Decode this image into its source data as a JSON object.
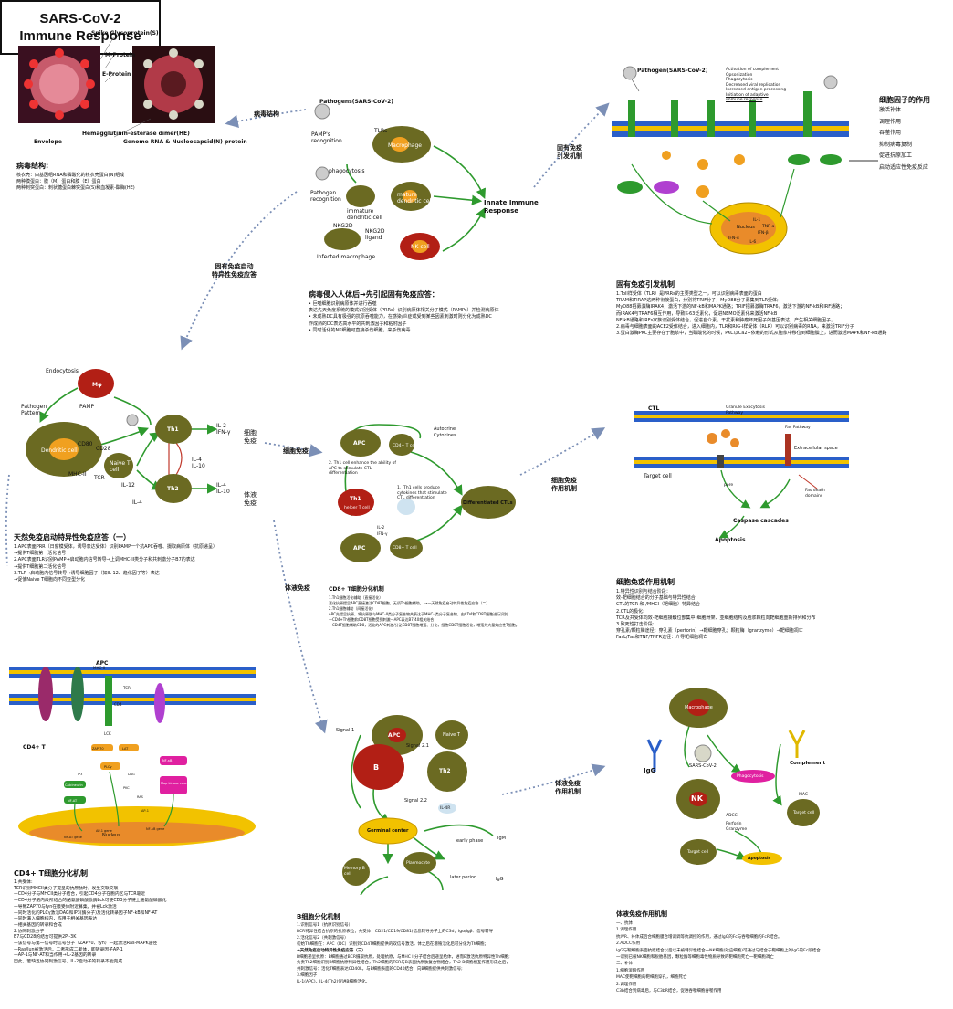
{
  "title": {
    "line1": "SARS-CoV-2",
    "line2": "Immune Response"
  },
  "connectors": {
    "virus_structure": "病毒结构",
    "innate_activation": "固有免疫\n引发机制",
    "innate_to_specific": "固有免疫启动\n特异性免疫应答",
    "cellular": "细胞免疫",
    "cellular_mech": "细胞免疫\n作用机制",
    "humoral": "体液免疫",
    "humoral_mech": "体液免疫\n作用机制"
  },
  "virus_labels": {
    "spike": "Spike Glycoprotein(S)",
    "mprotein": "M-Protein",
    "eprotein": "E-Protein",
    "envelope": "Envelope",
    "he": "Hemagglutinin-esterase dimer(HE)",
    "genome": "Genome RNA & Nucleocapsid(N) protein"
  },
  "virus_text": {
    "title": "病毒结构:",
    "lines": [
      "核衣壳：由基因组RNA和磷酸化的核衣壳蛋白(N)组成",
      "两种膜蛋白：膜（M）蛋白和膜（E）蛋白",
      "两种刺突蛋白：刺状糖蛋白棘突蛋白(S)和血凝素-酯酶(HE)"
    ]
  },
  "pathogen_diagram": {
    "pathogen": "Pathogens(SARS-CoV-2)",
    "pamp": "PAMP's\nrecognition",
    "tlrs": "TLRs",
    "macrophage": "Macrophage",
    "phagocytosis": "phagocytosis",
    "pathogen_recognition": "Pathogen\nrecognition",
    "immature_dc": "immature\ndendritic cell",
    "mature_dc": "mature\ndendritic cell",
    "nkg2d": "NKG2D",
    "nkg2d_ligand": "NKG2D\nligand",
    "nk_cell": "NK cell",
    "infected_macrophage": "Infected macrophage",
    "innate_immune": "Innate Immune\nResponse"
  },
  "pathogen_text": {
    "title": "病毒侵入人体后→先引起固有免疫应答：",
    "lines": [
      "• 巨噬细胞识别病原体并进行吞噬",
      "  表达先天免疫系统的模式识别受体（PRRs）识别病原体相关分子模式（PAMPs）并检测病原体",
      "• 未成熟DC具有极强的抗原吞噬能力，在感染/炎症或受到某些因素刺激时则分化为成熟DC",
      "  作成熟的DC表达高水平的共刺激因子和粘附因子",
      "• 同时活化的NK细胞可直接杀伤细胞，来杀伤病毒"
    ]
  },
  "tlr_diagram": {
    "pathogen": "Pathogen(SARS-CoV-2)",
    "activation_list": [
      "Activation of complement",
      "Opsonization",
      "Phagocytosis",
      "Decreased viral replication",
      "Increased antigen processing",
      "Initiation of adaptive",
      "immune response"
    ],
    "nucleus": "Nucleus",
    "genes": [
      "IL-1",
      "TNF-α",
      "IFN-β",
      "IFN-α",
      "IL-6"
    ]
  },
  "cytokine_list": {
    "title": "细胞因子的作用",
    "items": [
      "激活补体",
      "调理作用",
      "吞噬作用",
      "抑制病毒复制",
      "促进抗原加工",
      "启动适应性免疫反应"
    ]
  },
  "innate_text": {
    "title": "固有免疫引发机制",
    "lines": [
      "1.Toll样受体（TLR）是PRRs的主要类型之一，可以识别病毒表面的蛋白",
      "  TRAM和TIRAP这两种衔接蛋白，分别将TRIF分子，MyD88分子募集到TLR受体;",
      "  MyD88招募激酶IRAK4，激活下游的NF-kB和MAPK通路；TRIF招募激酶TRAF6，激活下游的NF-kB和IRF通路；",
      "  而IRAK4与TRAF6相互作用，导致K-63泛素化，促进NEMO泛素化来激活NF-kB",
      "  NF-kB通路和IRFs家族识别受体结合，促进自介素，干扰素和肿瘤坏死因子的基因表达，产生相关细胞因子。",
      "2.病毒与细胞表面的ACE2受体结合，进入细胞内，TLR和RIG-I样受体（RLR）可以识别病毒的RNA，来激活TRIF分子",
      "3.蛋白激酶PKC主要存在于胞浆中，当磷酸化的时候，PKC以Ca2+依赖的形式从胞浆中移位到细胞膜上，进而激活MAPK和NF-kB通路"
    ]
  },
  "dc_diagram": {
    "endocytosis": "Endocytosis",
    "mp": "Mφ",
    "pathogen_pattern": "Pathogen\nPattern",
    "pamp": "PAMP",
    "dendritic": "Dendritic cell",
    "cd80": "CD80",
    "cd28": "CD28",
    "mhc": "MHC-II",
    "tcr": "TCR",
    "naive": "Naive T\ncell",
    "il12": "IL-12",
    "th1": "Th1",
    "th2": "Th2",
    "il2": "IL-2\nIFN-γ",
    "il4a": "IL-4\nIL-10",
    "il4b": "IL-4\nIL-10",
    "il4c": "IL-4",
    "cellular_out": "细胞\n免疫",
    "humoral_out": "体液\n免疫"
  },
  "dc_text": {
    "title": "天然免疫启动特异性免疫应答（一）",
    "lines": [
      "1.APC表面PRR（日窗模受体，诱导表达受体）识别PAMP一个抗APC吞噬、摄取病原体（抗原递呈）",
      "   →提供T细胞第一活化信号",
      "2.APC表面TLR识别PAMP→启动胞内信号转导→上调MHC-II类分子和共刺激分子B7的表达",
      "   →提供T细胞第二活化信号",
      "3.TLR→启动胞内信号转导→诱导细胞因子（如IL-12、趋化因子等）表达",
      "   →促使Naive T细胞向不同亚型分化"
    ]
  },
  "th_diagram": {
    "apc": "APC",
    "cd4": "CD4+ T cell",
    "autocrine": "Autocrine\nCytokines",
    "step2": "2. Th1 cell enhance the ability of\nAPC to stimulate CTL\ndifferentiation",
    "th1": "Th1",
    "helper": "helper T cell",
    "step1": "1.  Th1 cells produce\ncytokines that stimulate\nCTL differentiation",
    "cd8": "CD8+ T cell",
    "diff_ctl": "Differentiated CTLs",
    "il2": "IL-2",
    "ifn": "IFN-γ"
  },
  "th_text": {
    "title": "CD8+ T细胞分化机制",
    "lines": [
      "1.Th1细胞活化辅助（直接活化）",
      "  活化抗原提呈APC直接激活CD8T细胞，无须Th细胞辅助。 →一天然免疫启动特异性免疫应答（二）",
      "2.Th1细胞辅助（间接活化）",
      "  APC先提呈抗原，将抗原肽与MHC-II类分子复合物共表达于MHC-I类分子复合物，由CD4和CD8T细胞进行识别",
      "  —CD4+Th细胞和CD8T细胞受到刺激—APC表达B7/40相关结合",
      "  —CD4T细胞辅助CD8，活化的APC刺激/分泌CD8T细胞增殖、分化，细胞CD8T细胞活化，增殖为大量效应性T细胞。"
    ]
  },
  "ctl_diagram": {
    "ctl": "CTL",
    "granule": "Granule Exocytosis\nPathway",
    "fas_path": "Fas Pathway",
    "extracellular": "Extracellular space",
    "target": "Target cell",
    "pore": "pore",
    "fas_dd": "Fas death\ndomains",
    "caspase": "Caspase cascades",
    "apoptosis": "Apoptosis"
  },
  "ctl_text": {
    "title": "细胞免疫作用机制",
    "lines": [
      "1.特异性识别与结合阶段：",
      "  效-靶细胞结合的分子基础与特异性结合",
      "  CTL的TCR 和 /MHCI（靶细胞）特异结合",
      "2.CTL的极化:",
      "  TCR及共受体向效-靶细胞接触位部集中(细胞骨架、亚细胞结构及胞浆颗粒向靶细胞重新排列和分布",
      "3.致死性打击阶段:",
      "  穿孔素/颗粒酶途径：穿孔素（perforin）→靶细胞穿孔；颗粒酶（granzyme）→靶细胞凋亡",
      "  FasL/Fas和TNF/TNFR途径：介导靶细胞凋亡"
    ]
  },
  "tcr_diagram": {
    "apc": "APC",
    "cd4t": "CD4+ T",
    "nuclear": "Nucleus",
    "labels": [
      "MHC-II",
      "CD4",
      "TCR",
      "LCK",
      "ZAP-70",
      "LAT",
      "PLCγ",
      "IP3",
      "DAG",
      "Calcineurin",
      "PKC",
      "RAS",
      "NF-AT",
      "NF-κB",
      "AP-1",
      "Map kinase cascade"
    ],
    "genes": [
      "NF-AT gene",
      "AP-1 gene",
      "NF-κB gene"
    ]
  },
  "tcr_text": {
    "title": "CD4+ T细胞分化机制",
    "lines": [
      "1.共受体:",
      "  TCR识别MHCII类分子提呈的抗原肽时，发生交联交联",
      "  —CD4分子与MHCII类分子结合，引起CD4分子在胞内区与TCR靠近",
      "  —CD4分子胞内段所结合的酪氨酸磷酸激酶Lck可使CD3分子链上酪氨酸磷酸化",
      "  —导致ZAP70与fyn在膜受体附近募集，并被Lck激活",
      "  —同时活化的PLCγ激活DAG和IP3(酶分子)及活化转录因子NF-kB和NF-AT",
      "  —同时满入细胞核内，作用于相关基因表达",
      "  —相关基因的转录和合成",
      "2.协同刺激分子",
      "  B7与CD28的结合可提供2PI-3K",
      "  —该信号与第一信号时信号分子（ZAP70、fyn）—起激活Ras-MAPK途径",
      "  —Ras/Jun被激活后，二者形成二聚体，即转录因子AP-1",
      "  —AP-1与NF-AT和当作用→IL-2基因的转录",
      "  因此，若缺乏协同刺激信号，IL-2启动子的转录不能完成"
    ]
  },
  "b_diagram": {
    "apc": "APC",
    "naive_t": "Naive T",
    "signal1": "Signal 1",
    "signal2_1": "Signal 2.1",
    "signal2_2": "Signal 2.2",
    "b": "B",
    "th2": "Th2",
    "il4r": "IL-4R",
    "germinal": "Germinal center",
    "early": "early phase",
    "later": "later period",
    "memory": "Memory B\ncell",
    "plasma": "Plasmocyte",
    "igm": "IgM",
    "igg": "IgG"
  },
  "b_text": {
    "title": "B细胞分化机制",
    "lines": [
      "1.识别信号1（抗原识别信号）",
      "  BCR特异性结合抗原的抗原表位；共受体：CD21/CD19/CD81(信息转导分子上的C3d；Igα/Igβ：信号转导",
      "2.活化信号2（共刺激信号）",
      "  初始Th细胞在：APC（DC）识别到CD4T细胞提供的双信号激活，体之后在增殖活化后可分化为Th细胞；",
      "      →天然免疫启动特异性免疫应答（三）",
      "  B细胞递呈抗原：B细胞通过BCR摄取抗原，处理抗原，与MHC II分子结合后递呈给体，进而B激活抗原特异性Th细胞;",
      "  负责Th2细胞识别B细胞抗原特异性结合，Th2细胞的TCR与B表面抗原肽复合物结合，Th2-B细胞相互作用形成之后，",
      "  共刺激信号：活化T细胞表达CD40L，与B细胞表面的CD40结合，向B细胞提供共刺激信号;",
      "3.细胞因子",
      "  IL-1(APC)，IL-4(Th2)促进B细胞活化。"
    ]
  },
  "humoral_diagram": {
    "macrophage": "Macrophage",
    "igg": "IgG",
    "sars": "SARS-CoV-2",
    "phagocytosis": "Phagocytosis",
    "complement": "Complement",
    "mac": "MAC",
    "target": "Target cell",
    "nk": "NK",
    "adcc": "ADCC",
    "perforin": "Perforin\nGranzyme",
    "target2": "Target cell",
    "apoptosis": "Apoptosis"
  },
  "humoral_text": {
    "title": "体液免疫作用机制",
    "lines": [
      "一、抗体",
      "1.调理作用",
      "  抗IVR、补体成后合细胞膜合增调调等抗调控的作用，通过IgG的Fc与吞噬细胞的FcR结合。",
      "2.ADCC作用",
      "  IgG与靶细胞表面抗原结合以后以未被特异性结合一NK细胞(效应细胞)可通过与结合于靶细胞上的IgG的Fc段结合",
      "  一识别已被NK细胞和脱胎基因，颗粒酶等细胞毒性物质导致的靶细胞死亡一靶细胞凋亡",
      "二、补体",
      "1.细胞溶解作用",
      "  MAC使靶细胞的靶细胞穿孔，细胞死亡",
      "2.调理作用",
      "  C3b结合到病毒后，与C3bR结合，促进吞噬细胞吞噬作用"
    ]
  },
  "colors": {
    "membrane_blue": "#2a5fc9",
    "membrane_yellow": "#f2c200",
    "cell_olive": "#6b6a22",
    "cell_red": "#b21f15",
    "arrow_green": "#2e9a2e",
    "dotted_blue": "#7b8fb6"
  }
}
